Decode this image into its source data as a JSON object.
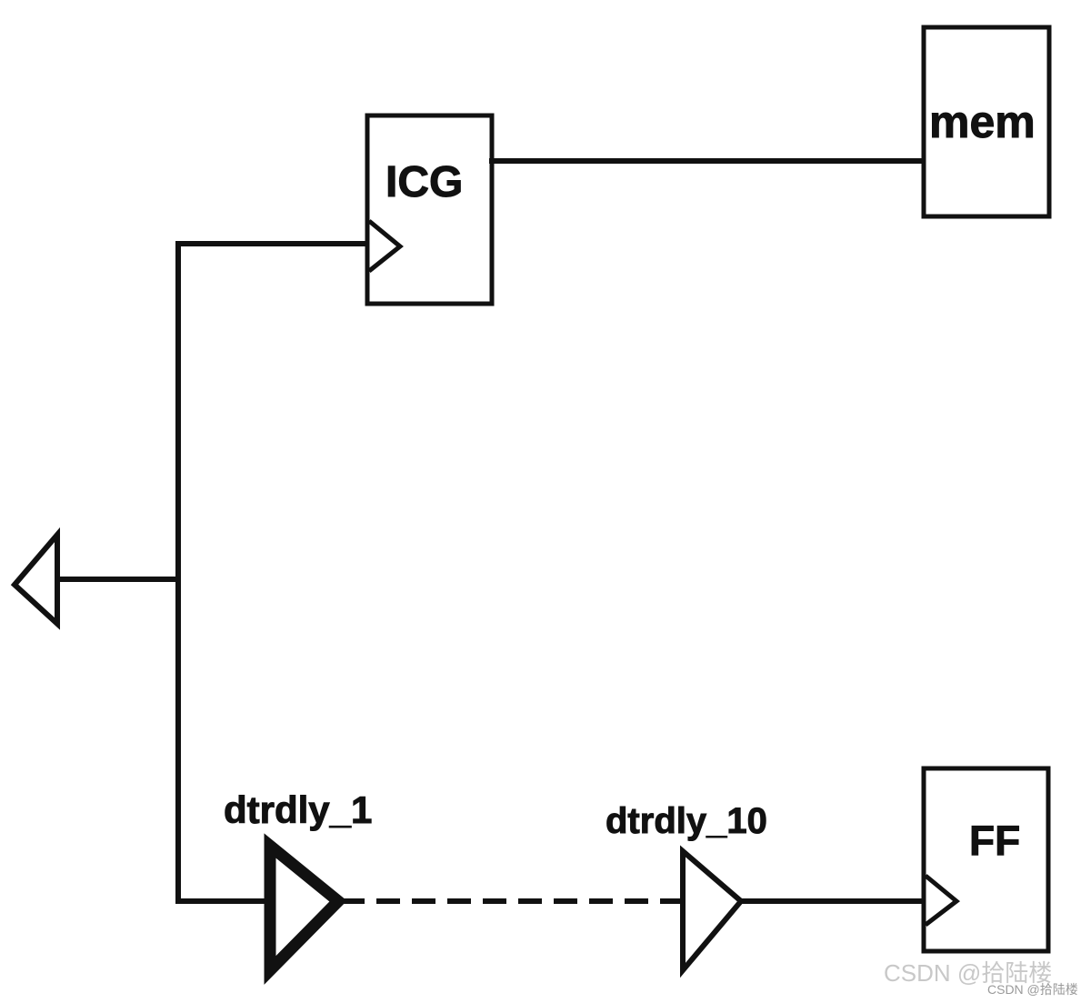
{
  "diagram": {
    "blocks": {
      "icg": {
        "label": "ICG"
      },
      "mem": {
        "label": "mem"
      },
      "ff": {
        "label": "FF"
      }
    },
    "buffers": {
      "first": {
        "label": "dtrdly_1"
      },
      "last": {
        "label": "dtrdly_10"
      }
    }
  },
  "watermark": {
    "main": "CSDN @拾陆楼",
    "small": "CSDN @拾陆楼"
  },
  "colors": {
    "ink": "#111111",
    "background": "#ffffff"
  }
}
